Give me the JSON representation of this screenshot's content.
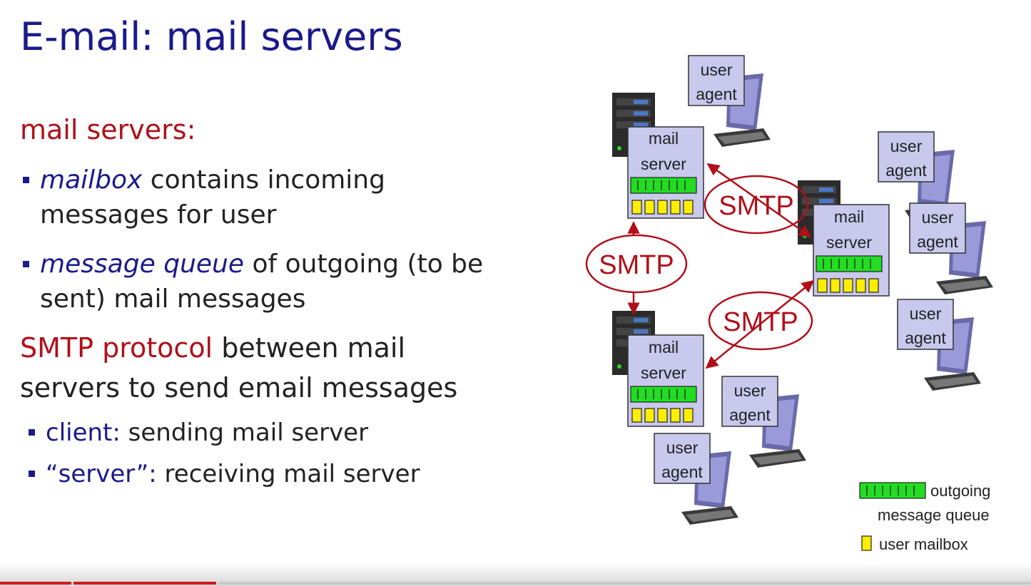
{
  "slide": {
    "title": "E-mail: mail servers",
    "section1_heading": "mail servers:",
    "bullet1": {
      "term": "mailbox",
      "rest_line1": " contains incoming",
      "line2": "messages for user"
    },
    "bullet2": {
      "term": "message queue",
      "rest_line1": " of outgoing (to be",
      "line2": "sent) mail messages"
    },
    "section2": {
      "heading_red": "SMTP protocol",
      "heading_rest": " between mail",
      "line2": "servers to send email messages"
    },
    "sub1": {
      "term": "client:",
      "rest": " sending mail server"
    },
    "sub2": {
      "term": "“server”:",
      "rest": " receiving mail server"
    }
  },
  "diagram": {
    "server_label_1": "mail",
    "server_label_2": "server",
    "agent_label_1": "user",
    "agent_label_2": "agent",
    "protocol_label": "SMTP",
    "legend_queue_1": "outgoing",
    "legend_queue_2": "message queue",
    "legend_mailbox": "user mailbox"
  },
  "colors": {
    "title_blue": "#1a1a8c",
    "accent_red": "#b0101a",
    "box_fill": "#c9c9ee",
    "queue_green": "#22dd22",
    "mailbox_yellow": "#ffee00"
  }
}
